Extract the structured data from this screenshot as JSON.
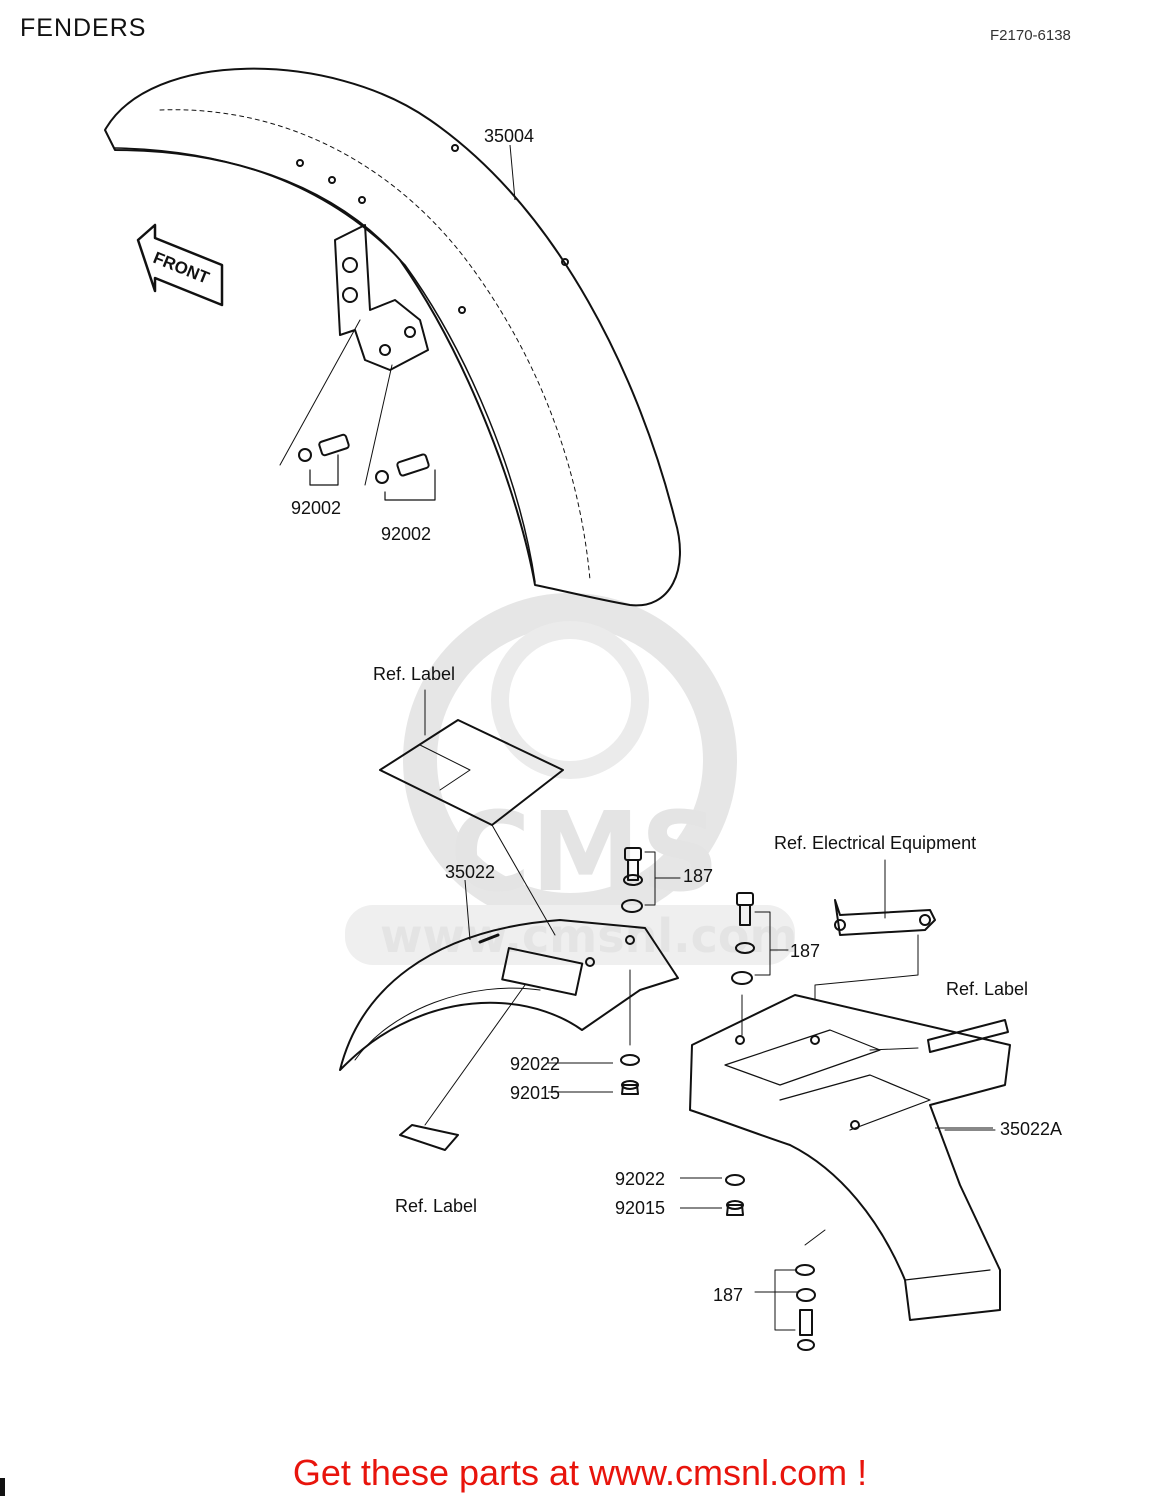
{
  "header": {
    "title": "FENDERS",
    "code": "F2170-6138"
  },
  "footer": {
    "link_text": "Get these parts at www.cmsnl.com !"
  },
  "colors": {
    "footer_text": "#e8140c",
    "line_art": "#111111",
    "watermark": "#e4e4e4"
  },
  "diagram": {
    "front_arrow": "FRONT",
    "watermark": {
      "logo": "CMS",
      "url": "www.cmsnl.com"
    },
    "labels": {
      "p35004": "35004",
      "p92002_a": "92002",
      "p92002_b": "92002",
      "ref_label_top": "Ref. Label",
      "p35022": "35022",
      "p187_a": "187",
      "p187_b": "187",
      "p187_c": "187",
      "ref_electrical": "Ref. Electrical Equipment",
      "ref_label_right": "Ref. Label",
      "p92022_a": "92022",
      "p92015_a": "92015",
      "p35022A": "35022A",
      "ref_label_bottom": "Ref. Label",
      "p92022_b": "92022",
      "p92015_b": "92015"
    }
  }
}
